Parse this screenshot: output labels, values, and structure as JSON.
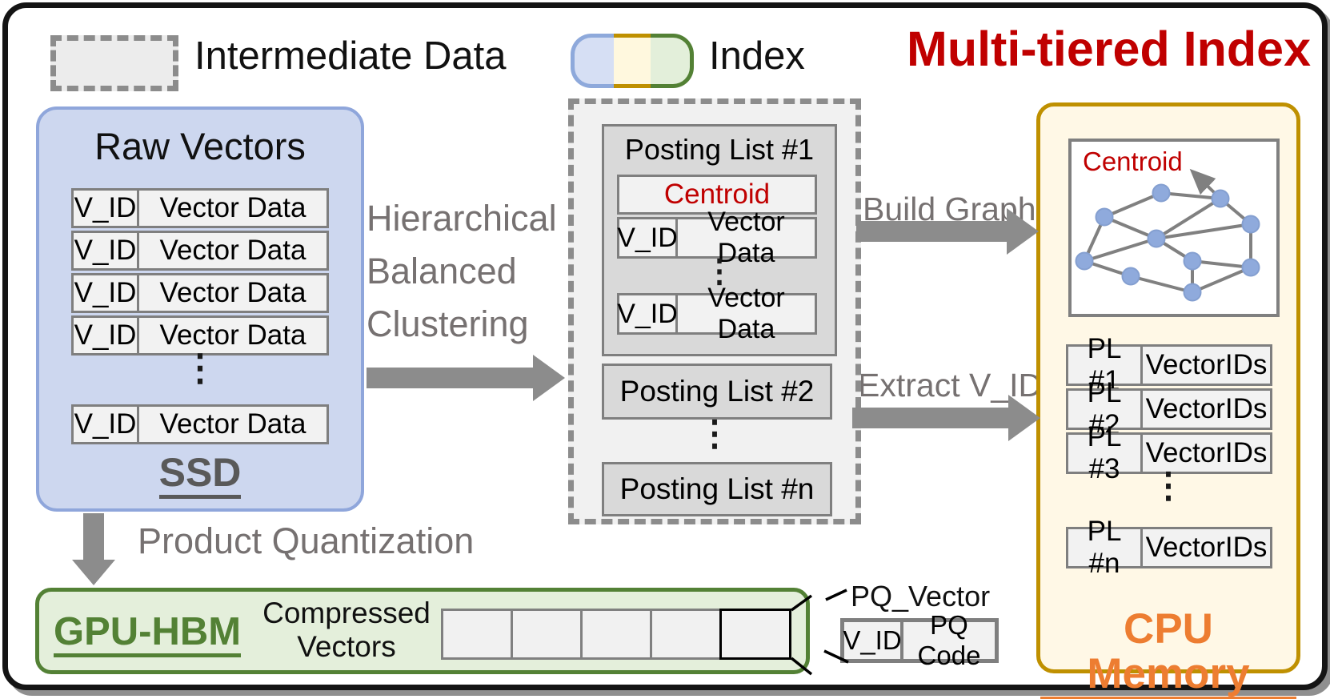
{
  "legend": {
    "intermediate_data_label": "Intermediate Data",
    "index_label": "Index"
  },
  "title": "Multi-tiered Index",
  "ssd_box": {
    "title": "Raw Vectors",
    "rows": [
      {
        "id": "V_ID",
        "data": "Vector Data"
      },
      {
        "id": "V_ID",
        "data": "Vector Data"
      },
      {
        "id": "V_ID",
        "data": "Vector Data"
      },
      {
        "id": "V_ID",
        "data": "Vector Data"
      },
      {
        "id": "V_ID",
        "data": "Vector Data"
      }
    ],
    "ellipsis": "⋮",
    "label": "SSD"
  },
  "process": {
    "clustering_line1": "Hierarchical",
    "clustering_line2": "Balanced",
    "clustering_line3": "Clustering",
    "product_quantization": "Product Quantization",
    "build_graph": "Build Graph",
    "extract_vid": "Extract V_ID"
  },
  "intermediate": {
    "posting_list_1": {
      "title": "Posting List #1",
      "centroid": "Centroid",
      "rows": [
        {
          "id": "V_ID",
          "data": "Vector Data"
        },
        {
          "id": "V_ID",
          "data": "Vector Data"
        }
      ],
      "ellipsis": "⋮"
    },
    "posting_list_2": "Posting List #2",
    "ellipsis": "⋮",
    "posting_list_n": "Posting List #n"
  },
  "cpu_box": {
    "centroid_label": "Centroid",
    "pl_rows": [
      {
        "pl": "PL #1",
        "ids": "VectorIDs"
      },
      {
        "pl": "PL #2",
        "ids": "VectorIDs"
      },
      {
        "pl": "PL #3",
        "ids": "VectorIDs"
      },
      {
        "pl": "PL #n",
        "ids": "VectorIDs"
      }
    ],
    "ellipsis": "⋮",
    "label": "CPU Memory"
  },
  "gpu_box": {
    "label": "GPU-HBM",
    "compressed_line1": "Compressed",
    "compressed_line2": "Vectors",
    "pq_vector_label": "PQ_Vector",
    "pq_row": {
      "id": "V_ID",
      "code": "PQ Code"
    }
  },
  "colors": {
    "title_red": "#C00000",
    "cpu_orange": "#ED7D31",
    "gpu_green": "#538135",
    "gold_border": "#BF9000",
    "blue_border": "#8EA9DB",
    "node_blue": "#8FAADC",
    "gray_text": "#767171"
  }
}
